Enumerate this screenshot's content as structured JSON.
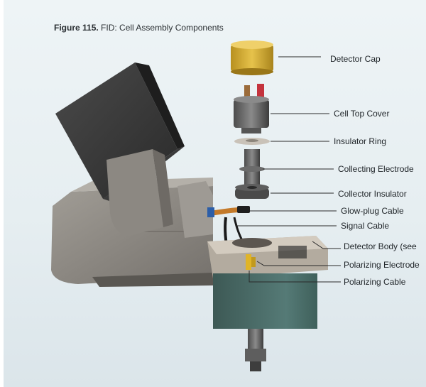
{
  "caption": {
    "figure_label": "Figure 115.",
    "figure_title": "FID: Cell Assembly Components"
  },
  "labels": [
    "Detector Cap",
    "Cell Top Cover",
    "Insulator Ring",
    "Collecting Electrode",
    "Collector Insulator",
    "Glow-plug Cable",
    "Signal Cable",
    "Detector Body (see",
    "Polarizing Electrode",
    "Polarizing Cable"
  ],
  "colors": {
    "background": "#e6eef1",
    "housing": "#8e8a84",
    "cap": "#d9b13a",
    "body_block": "#4a6b67"
  }
}
